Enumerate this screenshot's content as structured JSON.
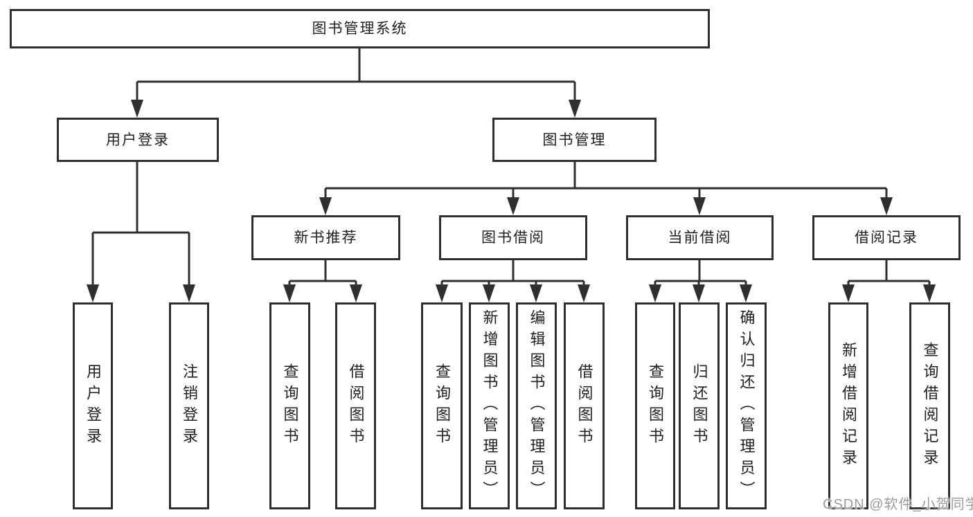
{
  "diagram": {
    "line_color": "#2f2f2f",
    "tree": {
      "label": "图书管理系统",
      "children": [
        {
          "label": "用户登录",
          "children": [
            {
              "label": "用户登录"
            },
            {
              "label": "注销登录"
            }
          ]
        },
        {
          "label": "图书管理",
          "children": [
            {
              "label": "新书推荐",
              "children": [
                {
                  "label": "查询图书"
                },
                {
                  "label": "借阅图书"
                }
              ]
            },
            {
              "label": "图书借阅",
              "children": [
                {
                  "label": "查询图书"
                },
                {
                  "label": "新增图书（管理员）"
                },
                {
                  "label": "编辑图书（管理员）"
                },
                {
                  "label": "借阅图书"
                }
              ]
            },
            {
              "label": "当前借阅",
              "children": [
                {
                  "label": "查询图书"
                },
                {
                  "label": "归还图书"
                },
                {
                  "label": "确认归还（管理员）"
                }
              ]
            },
            {
              "label": "借阅记录",
              "children": [
                {
                  "label": "新增借阅记录"
                },
                {
                  "label": "查询借阅记录"
                }
              ]
            }
          ]
        }
      ]
    }
  },
  "watermark": {
    "text": "CSDN @软件_小贺同学",
    "color": "#9b9b9b"
  }
}
